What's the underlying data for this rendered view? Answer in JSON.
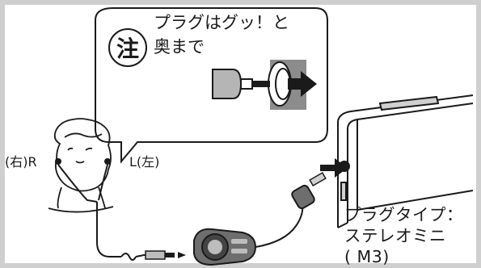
{
  "note": {
    "badge": "注",
    "line1": "プラグはグッ！と",
    "line2": "奥まで"
  },
  "labels": {
    "right": "(右)R",
    "left": "L(左)",
    "plug_type_1": "プラグタイプ：",
    "plug_type_2": "ステレオミニ",
    "plug_type_3": "( M3)"
  },
  "colors": {
    "line": "#1a1a1a",
    "gray": "#8c8c8c",
    "light_gray": "#d0d0d0",
    "frame": "#cfcfcf"
  }
}
